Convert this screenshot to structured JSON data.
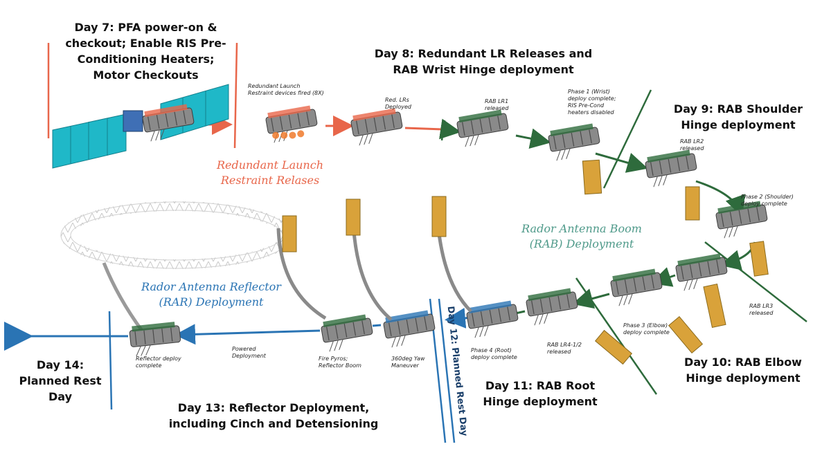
{
  "colors": {
    "orange": "#e8664a",
    "green": "#2e6b3c",
    "blue": "#2a74b4",
    "solar_panel": "#1fb8c8",
    "boom_gold": "#d9a23a",
    "ring_grey": "#bfbfbf",
    "bus_grey": "#6f6f6f"
  },
  "milestones": {
    "day7": [
      "Day 7: PFA power-on &",
      "checkout; Enable RIS Pre-",
      "Conditioning Heaters;",
      "Motor Checkouts"
    ],
    "day8": [
      "Day 8: Redundant LR Releases and",
      "RAB Wrist Hinge deployment"
    ],
    "day9": [
      "Day 9: RAB Shoulder",
      "Hinge deployment"
    ],
    "day10": [
      "Day 10: RAB Elbow",
      "Hinge deployment"
    ],
    "day11": [
      "Day 11: RAB Root",
      "Hinge deployment"
    ],
    "day12": "Day 12: Planned Rest Day",
    "day13": [
      "Day 13: Reflector Deployment,",
      "including Cinch and Detensioning"
    ],
    "day14": [
      "Day 14:",
      "Planned Rest",
      "Day"
    ]
  },
  "phases": {
    "launch_restraint": [
      "Redundant Launch",
      "Restraint Relases"
    ],
    "rab": [
      "Rador Antenna Boom",
      "(RAB) Deployment"
    ],
    "rar": [
      "Rador Antenna Reflector",
      "(RAR) Deployment"
    ]
  },
  "captions": {
    "launch_devices": [
      "Redundant Launch",
      "Restraint devices fired (8X)"
    ],
    "red_lrs": [
      "Red. LRs",
      "Deployed"
    ],
    "rab_lr1": [
      "RAB LR1",
      "released"
    ],
    "phase1": [
      "Phase 1 (Wrist)",
      "deploy complete;",
      "RIS Pre-Cond",
      "heaters disabled"
    ],
    "rab_lr2": [
      "RAB LR2",
      "released"
    ],
    "phase2": [
      "Phase 2 (Shoulder)",
      "deploy complete"
    ],
    "rab_lr3": [
      "RAB LR3",
      "released"
    ],
    "phase3": [
      "Phase 3 (Elbow)",
      "deploy complete"
    ],
    "rab_lr4": [
      "RAB LR4-1/2",
      "released"
    ],
    "phase4": [
      "Phase 4 (Root)",
      "deploy complete"
    ],
    "yaw": [
      "360deg Yaw",
      "Maneuver"
    ],
    "fire_pyros": [
      "Fire Pyros;",
      "Reflector Boom"
    ],
    "powered": [
      "Powered",
      "Deployment"
    ],
    "reflector_complete": [
      "Reflector deploy",
      "complete"
    ]
  }
}
